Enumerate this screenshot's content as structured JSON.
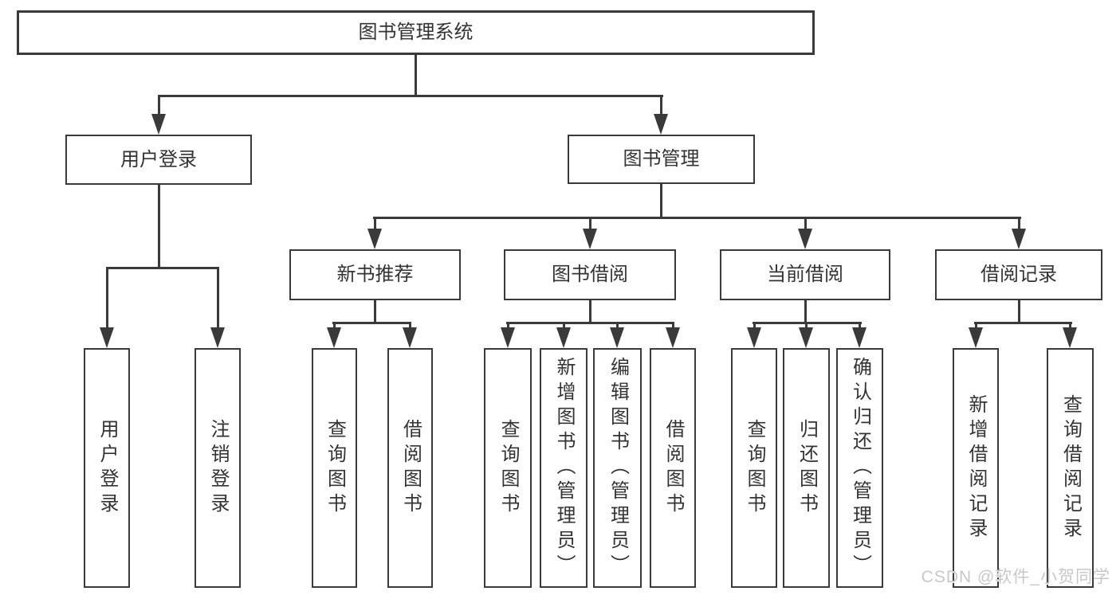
{
  "diagram": {
    "type": "functional-structure-tree",
    "tree": {
      "label": "图书管理系统",
      "children": [
        {
          "label": "用户登录",
          "children": [
            {
              "label": "用户登录"
            },
            {
              "label": "注销登录"
            }
          ]
        },
        {
          "label": "图书管理",
          "children": [
            {
              "label": "新书推荐",
              "children": [
                {
                  "label": "查询图书"
                },
                {
                  "label": "借阅图书"
                }
              ]
            },
            {
              "label": "图书借阅",
              "children": [
                {
                  "label": "查询图书"
                },
                {
                  "label": "新增图书（管理员）"
                },
                {
                  "label": "编辑图书（管理员）"
                },
                {
                  "label": "借阅图书"
                }
              ]
            },
            {
              "label": "当前借阅",
              "children": [
                {
                  "label": "查询图书"
                },
                {
                  "label": "归还图书"
                },
                {
                  "label": "确认归还（管理员）"
                }
              ]
            },
            {
              "label": "借阅记录",
              "children": [
                {
                  "label": "新增借阅记录"
                },
                {
                  "label": "查询借阅记录"
                }
              ]
            }
          ]
        }
      ]
    },
    "colors": {
      "line": "#3a3a3a",
      "box_border": "#3a3a3a",
      "text": "#333333",
      "background": "#ffffff",
      "watermark_text_color": "#c8c8c8"
    }
  },
  "watermark": {
    "text": "CSDN @软件_小贺同学"
  }
}
